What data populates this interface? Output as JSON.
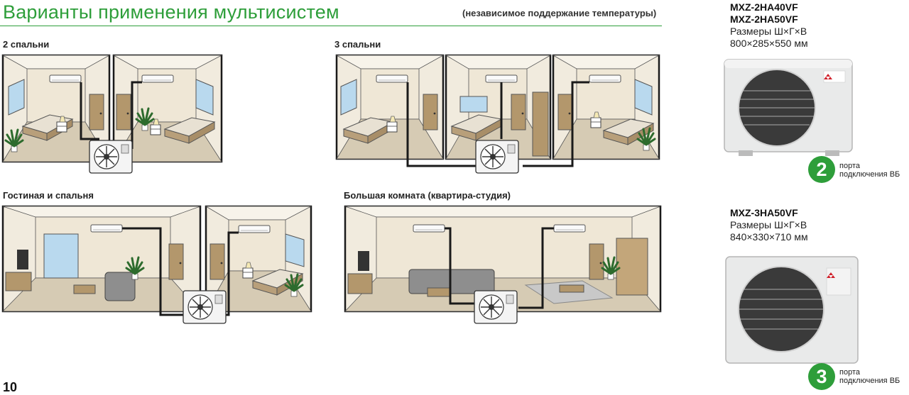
{
  "header": {
    "title": "Варианты применения мультисистем",
    "subtitle": "(независимое поддержание температуры)"
  },
  "sections": {
    "two_bedrooms": "2 спальни",
    "three_bedrooms": "3 спальни",
    "living_and_bedroom": "Гостиная и спальня",
    "studio": "Большая комната (квартира-студия)"
  },
  "products": [
    {
      "models": [
        "MXZ-2HA40VF",
        "MXZ-2HA50VF"
      ],
      "dims_label": "Размеры Ш×Г×В",
      "dims_value": "800×285×550 мм",
      "ports_count": "2",
      "ports_line1": "порта",
      "ports_line2": "подключения ВБ"
    },
    {
      "models": [
        "MXZ-3HA50VF"
      ],
      "dims_label": "Размеры Ш×Г×В",
      "dims_value": "840×330×710 мм",
      "ports_count": "3",
      "ports_line1": "порта",
      "ports_line2": "подключения ВБ"
    }
  ],
  "page_number": "10",
  "colors": {
    "accent_green": "#2e9e3a",
    "room_wall": "#f1ebde",
    "room_floor": "#d6cbb4",
    "outline": "#1a1a1a"
  }
}
